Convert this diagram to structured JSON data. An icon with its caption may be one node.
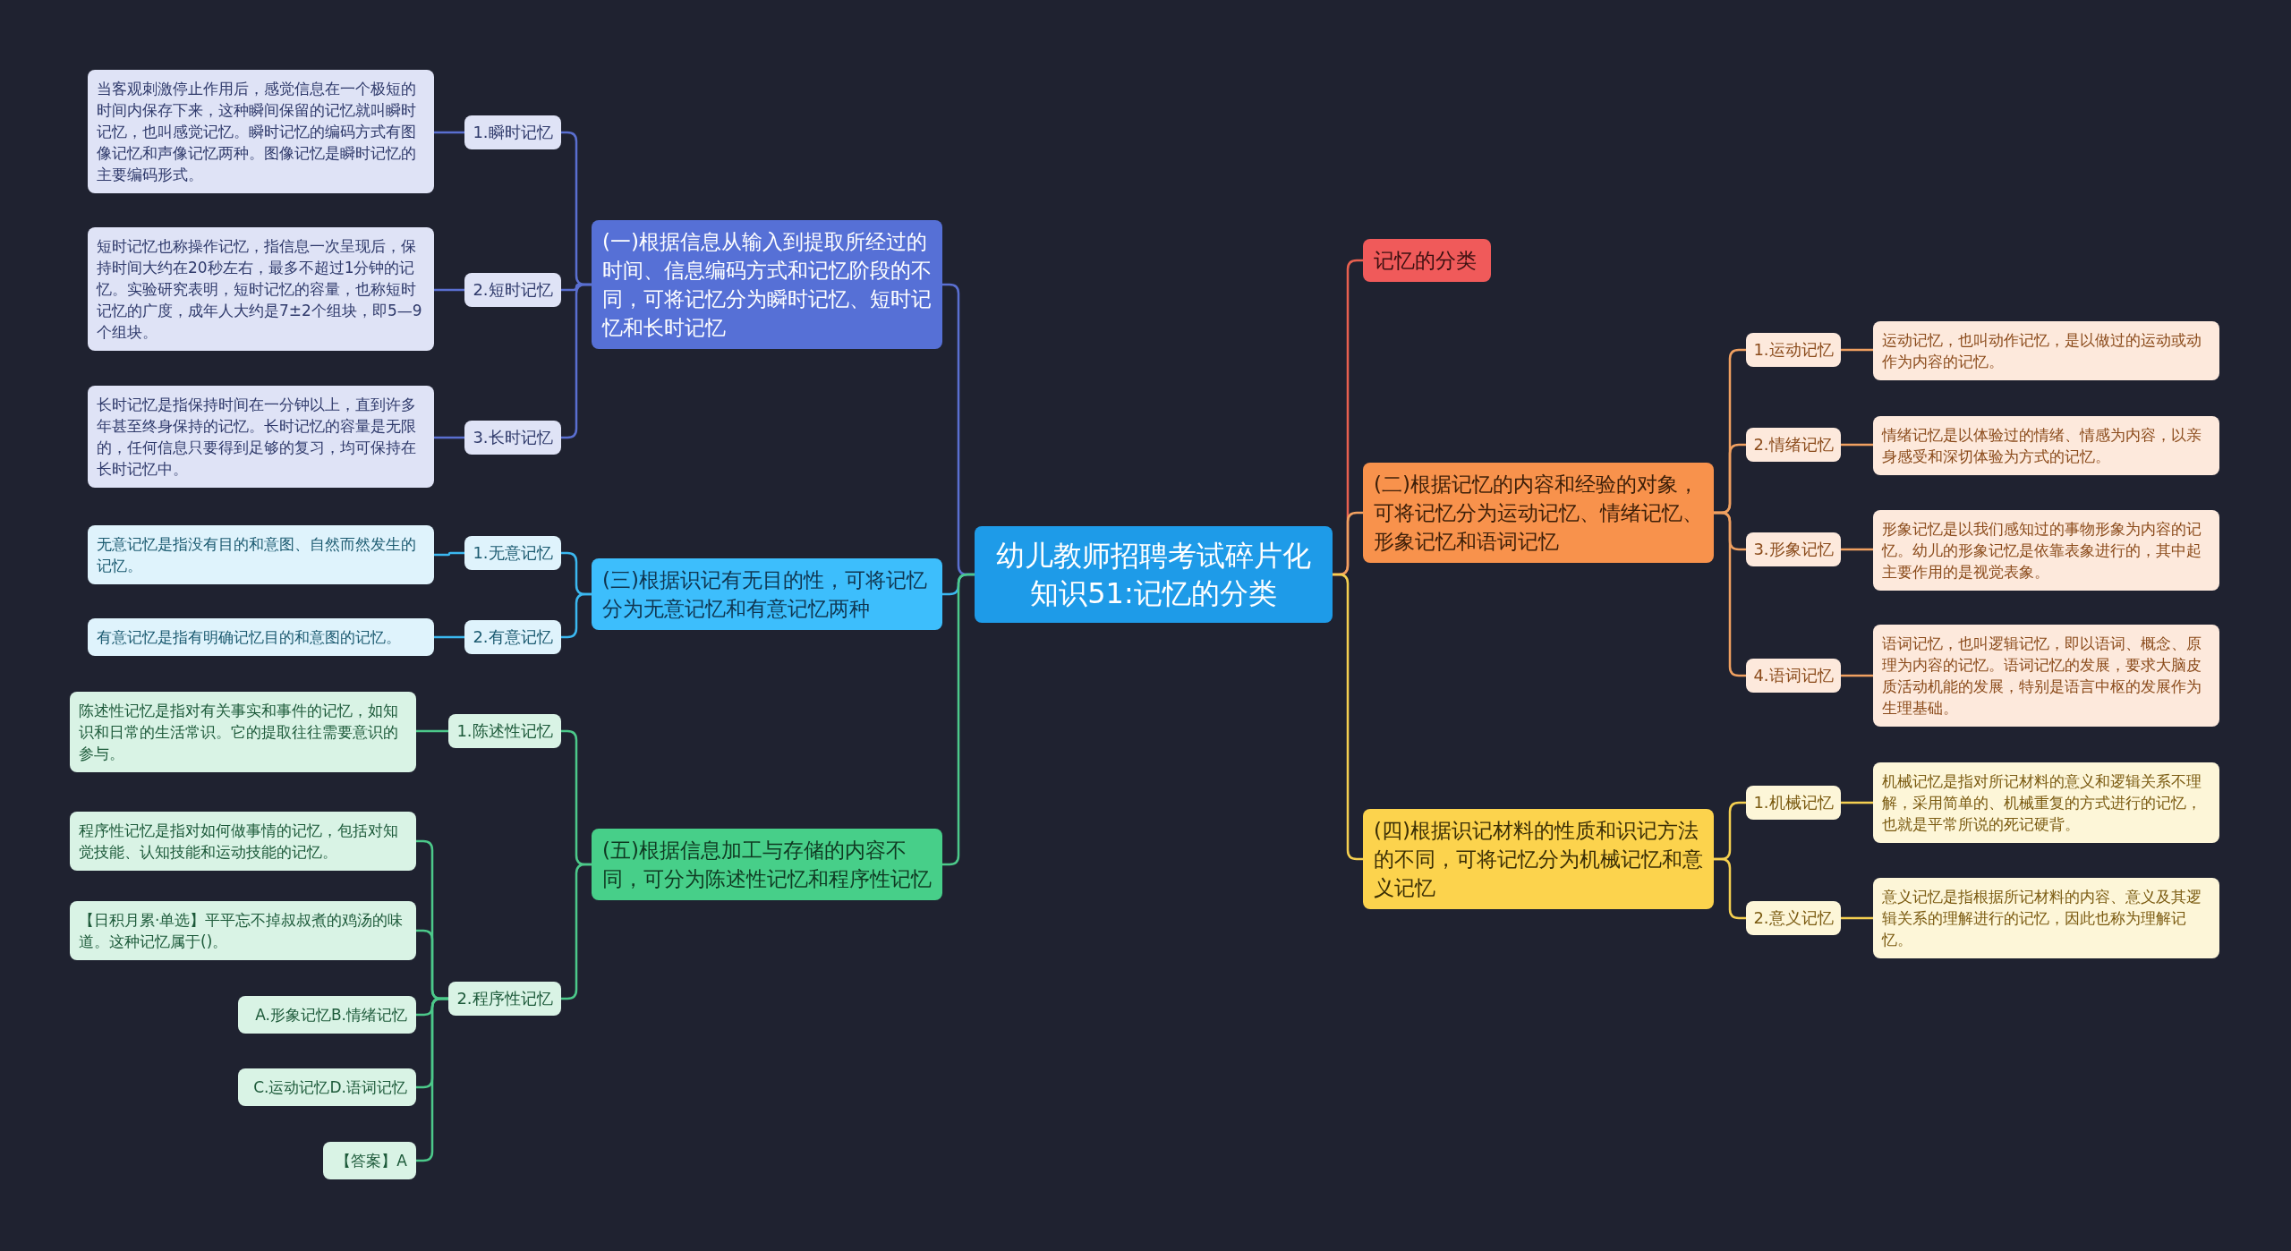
{
  "diagram": {
    "nodes": [
      {
        "text": [
          "幼儿教师招聘考试碎片化知识51:记忆的分类"
        ]
      },
      {
        "text": [
          "记忆的分类"
        ]
      },
      {
        "text": [
          "(二)根据记忆的内容和经验的对象，可将记忆分为运动记忆、情绪记忆、形象记忆和语词记忆"
        ]
      },
      {
        "text": [
          "1.运动记忆"
        ]
      },
      {
        "text": [
          "运动记忆，也叫动作记忆，是以做过的运动或动作为内容的记忆。"
        ]
      },
      {
        "text": [
          "2.情绪记忆"
        ]
      },
      {
        "text": [
          "情绪记忆是以体验过的情绪、情感为内容，以亲身感受和深切体验为方式的记忆。"
        ]
      },
      {
        "text": [
          "3.形象记忆"
        ]
      },
      {
        "text": [
          "形象记忆是以我们感知过的事物形象为内容的记忆。幼儿的形象记忆是依靠表象进行的，其中起主要作用的是视觉表象。"
        ]
      },
      {
        "text": [
          "4.语词记忆"
        ]
      },
      {
        "text": [
          "语词记忆，也叫逻辑记忆，即以语词、概念、原理为内容的记忆。语词记忆的发展，要求大脑皮质活动机能的发展，特别是语言中枢的发展作为生理基础。"
        ]
      },
      {
        "text": [
          "(四)根据识记材料的性质和识记方法的不同，可将记忆分为机械记忆和意义记忆"
        ]
      },
      {
        "text": [
          "1.机械记忆"
        ]
      },
      {
        "text": [
          "机械记忆是指对所记材料的意义和逻辑关系不理解，采用简单的、机械重复的方式进行的记忆，也就是平常所说的死记硬背。"
        ]
      },
      {
        "text": [
          "2.意义记忆"
        ]
      },
      {
        "text": [
          "意义记忆是指根据所记材料的内容、意义及其逻辑关系的理解进行的记忆，因此也称为理解记忆。"
        ]
      },
      {
        "text": [
          "(一)根据信息从输入到提取所经过的时间、信息编码方式和记忆阶段的不同，可将记忆分为瞬时记忆、短时记忆和长时记忆"
        ]
      },
      {
        "text": [
          "1.瞬时记忆"
        ]
      },
      {
        "text": [
          "当客观刺激停止作用后，感觉信息在一个极短的时间内保存下来，这种瞬间保留的记忆就叫瞬时记忆，也叫感觉记忆。瞬时记忆的编码方式有图像记忆和声像记忆两种。图像记忆是瞬时记忆的主要编码形式。"
        ]
      },
      {
        "text": [
          "2.短时记忆"
        ]
      },
      {
        "text": [
          "短时记忆也称操作记忆，指信息一次呈现后，保持时间大约在20秒左右，最多不超过1分钟的记忆。实验研究表明，短时记忆的容量，也称短时记忆的广度，成年人大约是7±2个组块，即5—9个组块。"
        ]
      },
      {
        "text": [
          "3.长时记忆"
        ]
      },
      {
        "text": [
          "长时记忆是指保持时间在一分钟以上，直到许多年甚至终身保持的记忆。长时记忆的容量是无限的，任何信息只要得到足够的复习，均可保持在长时记忆中。"
        ]
      },
      {
        "text": [
          "(三)根据识记有无目的性，可将记忆分为无意记忆和有意记忆两种"
        ]
      },
      {
        "text": [
          "1.无意记忆"
        ]
      },
      {
        "text": [
          "无意记忆是指没有目的和意图、自然而然发生的记忆。"
        ]
      },
      {
        "text": [
          "2.有意记忆"
        ]
      },
      {
        "text": [
          "有意记忆是指有明确记忆目的和意图的记忆。"
        ]
      },
      {
        "text": [
          "(五)根据信息加工与存储的内容不同，可分为陈述性记忆和程序性记忆"
        ]
      },
      {
        "text": [
          "1.陈述性记忆"
        ]
      },
      {
        "text": [
          "陈述性记忆是指对有关事实和事件的记忆，如知识和日常的生活常识。它的提取往往需要意识的参与。"
        ]
      },
      {
        "text": [
          "2.程序性记忆"
        ]
      },
      {
        "text": [
          "程序性记忆是指对如何做事情的记忆，包括对知觉技能、认知技能和运动技能的记忆。"
        ]
      },
      {
        "text": [
          "【日积月累·单选】平平忘不掉叔叔煮的鸡汤的味道。这种记忆属于()。"
        ]
      },
      {
        "text": [
          "A.形象记忆B.情绪记忆"
        ]
      },
      {
        "text": [
          "C.运动记忆D.语词记忆"
        ]
      },
      {
        "text": [
          "【答案】A"
        ]
      }
    ],
    "edges": [
      {
        "from": 0,
        "to": 1,
        "arrow": "none",
        "color": "#e8604f"
      },
      {
        "from": 0,
        "to": 2,
        "arrow": "none",
        "color": "#f0a060"
      },
      {
        "from": 2,
        "to": 3,
        "arrow": "none",
        "color": "#f0a060"
      },
      {
        "from": 3,
        "to": 4,
        "arrow": "none",
        "color": "#f0a060"
      },
      {
        "from": 2,
        "to": 5,
        "arrow": "none",
        "color": "#f0a060"
      },
      {
        "from": 5,
        "to": 6,
        "arrow": "none",
        "color": "#f0a060"
      },
      {
        "from": 2,
        "to": 7,
        "arrow": "none",
        "color": "#f0a060"
      },
      {
        "from": 7,
        "to": 8,
        "arrow": "none",
        "color": "#f0a060"
      },
      {
        "from": 2,
        "to": 9,
        "arrow": "none",
        "color": "#f0a060"
      },
      {
        "from": 9,
        "to": 10,
        "arrow": "none",
        "color": "#f0a060"
      },
      {
        "from": 0,
        "to": 11,
        "arrow": "none",
        "color": "#f5d050"
      },
      {
        "from": 11,
        "to": 12,
        "arrow": "none",
        "color": "#f5d050"
      },
      {
        "from": 12,
        "to": 13,
        "arrow": "none",
        "color": "#f5d050"
      },
      {
        "from": 11,
        "to": 14,
        "arrow": "none",
        "color": "#f5d050"
      },
      {
        "from": 14,
        "to": 15,
        "arrow": "none",
        "color": "#f5d050"
      },
      {
        "from": 0,
        "to": 16,
        "arrow": "none",
        "color": "#5a6fd0"
      },
      {
        "from": 16,
        "to": 17,
        "arrow": "none",
        "color": "#5a6fd0"
      },
      {
        "from": 17,
        "to": 18,
        "arrow": "none",
        "color": "#5a6fd0"
      },
      {
        "from": 16,
        "to": 19,
        "arrow": "none",
        "color": "#5a6fd0"
      },
      {
        "from": 19,
        "to": 20,
        "arrow": "none",
        "color": "#5a6fd0"
      },
      {
        "from": 16,
        "to": 21,
        "arrow": "none",
        "color": "#5a6fd0"
      },
      {
        "from": 21,
        "to": 22,
        "arrow": "none",
        "color": "#5a6fd0"
      },
      {
        "from": 0,
        "to": 23,
        "arrow": "none",
        "color": "#3bb8f0"
      },
      {
        "from": 23,
        "to": 24,
        "arrow": "none",
        "color": "#3bb8f0"
      },
      {
        "from": 24,
        "to": 25,
        "arrow": "none",
        "color": "#3bb8f0"
      },
      {
        "from": 23,
        "to": 26,
        "arrow": "none",
        "color": "#3bb8f0"
      },
      {
        "from": 26,
        "to": 27,
        "arrow": "none",
        "color": "#3bb8f0"
      },
      {
        "from": 0,
        "to": 28,
        "arrow": "none",
        "color": "#4cc98a"
      },
      {
        "from": 28,
        "to": 29,
        "arrow": "none",
        "color": "#4cc98a"
      },
      {
        "from": 29,
        "to": 30,
        "arrow": "none",
        "color": "#4cc98a"
      },
      {
        "from": 28,
        "to": 31,
        "arrow": "none",
        "color": "#4cc98a"
      },
      {
        "from": 31,
        "to": 32,
        "arrow": "none",
        "color": "#4cc98a"
      },
      {
        "from": 31,
        "to": 33,
        "arrow": "none",
        "color": "#4cc98a"
      },
      {
        "from": 31,
        "to": 34,
        "arrow": "none",
        "color": "#4cc98a"
      },
      {
        "from": 31,
        "to": 35,
        "arrow": "none",
        "color": "#4cc98a"
      },
      {
        "from": 31,
        "to": 36,
        "arrow": "none",
        "color": "#4cc98a"
      }
    ]
  }
}
